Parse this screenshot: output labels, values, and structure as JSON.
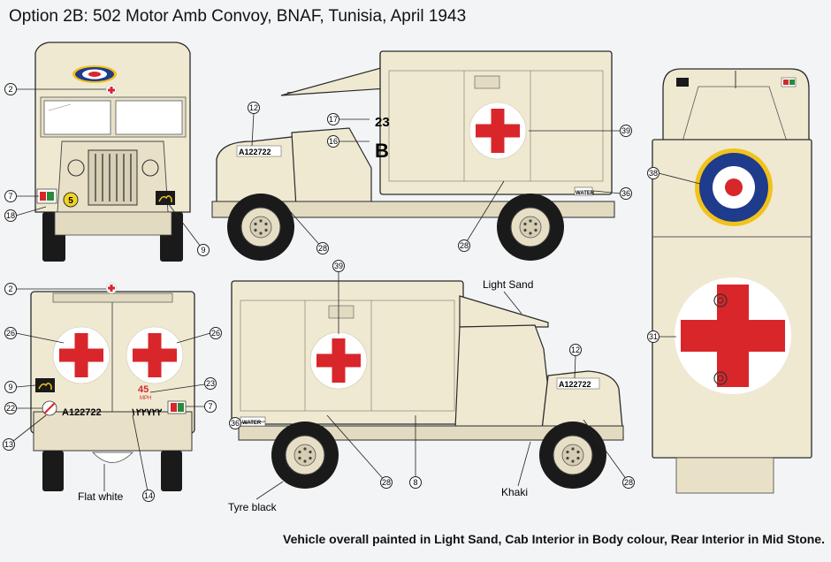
{
  "title": "Option 2B: 502 Motor Amb Convoy, BNAF, Tunisia, April 1943",
  "footer": "Vehicle overall painted in  Light Sand, Cab Interior in Body colour, Rear Interior in Mid Stone.",
  "markings": {
    "serial": "A122722",
    "serial_rear": "A122722",
    "serial_arabic": "١٢٢٧٢٢",
    "number_23": "23",
    "letter_b": "B",
    "number_5": "5",
    "speed": "45",
    "mph": "MPH",
    "water": "WATER"
  },
  "labels": {
    "light_sand": "Light Sand",
    "flat_white": "Flat white",
    "tyre_black": "Tyre black",
    "khaki": "Khaki"
  },
  "callouts": {
    "c2": "2",
    "c7": "7",
    "c8": "8",
    "c9": "9",
    "c12": "12",
    "c13": "13",
    "c14": "14",
    "c16": "16",
    "c17": "17",
    "c18": "18",
    "c22": "22",
    "c23": "23",
    "c26": "26",
    "c28": "28",
    "c31": "31",
    "c36": "36",
    "c38": "38",
    "c39": "39"
  },
  "colors": {
    "light_sand": "#efe9d2",
    "outline": "#2a2a2a",
    "red_cross": "#d8262b",
    "roundel_blue": "#1e3b8c",
    "roundel_yellow": "#f2c21b",
    "tyre": "#1a1a1a",
    "background": "#f3f4f6"
  }
}
